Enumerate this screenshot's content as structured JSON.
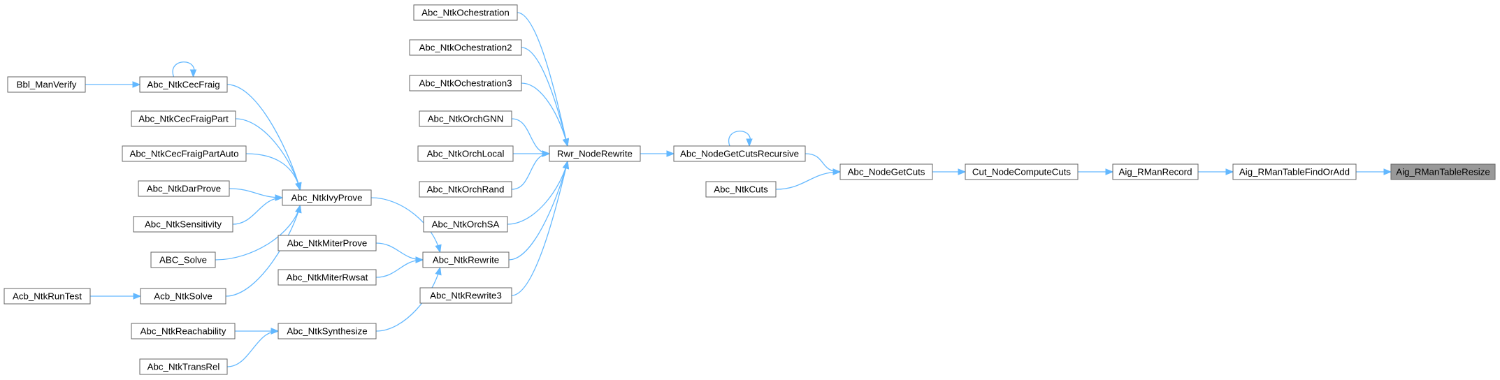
{
  "graph": {
    "type": "call-graph",
    "direction": "left-to-right",
    "colors": {
      "edge": "#63b8ff",
      "node_border": "#666666",
      "current_fill": "#999999"
    },
    "nodes": {
      "bbl_manverify": "Bbl_ManVerify",
      "acb_ntkruntest": "Acb_NtkRunTest",
      "abc_ntkcecfraig": "Abc_NtkCecFraig",
      "abc_ntkcecfraigpart": "Abc_NtkCecFraigPart",
      "abc_ntkcecfraigpartauto": "Abc_NtkCecFraigPartAuto",
      "abc_ntkdarprove": "Abc_NtkDarProve",
      "abc_ntksensitivity": "Abc_NtkSensitivity",
      "abc_solve": "ABC_Solve",
      "acb_ntksolve": "Acb_NtkSolve",
      "abc_ntkreachability": "Abc_NtkReachability",
      "abc_ntktransrel": "Abc_NtkTransRel",
      "abc_ntkivyprove": "Abc_NtkIvyProve",
      "abc_ntkmiterprove": "Abc_NtkMiterProve",
      "abc_ntkmiterrwsat": "Abc_NtkMiterRwsat",
      "abc_ntksynthesize": "Abc_NtkSynthesize",
      "abc_ntkochestration": "Abc_NtkOchestration",
      "abc_ntkochestration2": "Abc_NtkOchestration2",
      "abc_ntkochestration3": "Abc_NtkOchestration3",
      "abc_ntkorchgnn": "Abc_NtkOrchGNN",
      "abc_ntkorchlocal": "Abc_NtkOrchLocal",
      "abc_ntkorchrand": "Abc_NtkOrchRand",
      "abc_ntkorchsa": "Abc_NtkOrchSA",
      "abc_ntkrewrite": "Abc_NtkRewrite",
      "abc_ntkrewrite3": "Abc_NtkRewrite3",
      "rwr_noderewrite": "Rwr_NodeRewrite",
      "abc_nodegetcutsrecursive": "Abc_NodeGetCutsRecursive",
      "abc_ntkcuts": "Abc_NtkCuts",
      "abc_nodegetcuts": "Abc_NodeGetCuts",
      "cut_nodecomputecuts": "Cut_NodeComputeCuts",
      "aig_rmanrecord": "Aig_RManRecord",
      "aig_rmantablefindoradd": "Aig_RManTableFindOrAdd",
      "aig_rmantableresize": "Aig_RManTableResize"
    },
    "edges": [
      {
        "from": "bbl_manverify",
        "to": "abc_ntkcecfraig"
      },
      {
        "from": "abc_ntkcecfraig",
        "to": "abc_ntkcecfraig"
      },
      {
        "from": "abc_ntkcecfraig",
        "to": "abc_ntkivyprove"
      },
      {
        "from": "abc_ntkcecfraigpart",
        "to": "abc_ntkivyprove"
      },
      {
        "from": "abc_ntkcecfraigpartauto",
        "to": "abc_ntkivyprove"
      },
      {
        "from": "abc_ntkdarprove",
        "to": "abc_ntkivyprove"
      },
      {
        "from": "abc_ntksensitivity",
        "to": "abc_ntkivyprove"
      },
      {
        "from": "abc_solve",
        "to": "abc_ntkivyprove"
      },
      {
        "from": "acb_ntksolve",
        "to": "abc_ntkivyprove"
      },
      {
        "from": "acb_ntkruntest",
        "to": "acb_ntksolve"
      },
      {
        "from": "abc_ntkreachability",
        "to": "abc_ntksynthesize"
      },
      {
        "from": "abc_ntktransrel",
        "to": "abc_ntksynthesize"
      },
      {
        "from": "abc_ntkivyprove",
        "to": "abc_ntkrewrite"
      },
      {
        "from": "abc_ntkmiterprove",
        "to": "abc_ntkrewrite"
      },
      {
        "from": "abc_ntkmiterrwsat",
        "to": "abc_ntkrewrite"
      },
      {
        "from": "abc_ntksynthesize",
        "to": "abc_ntkrewrite"
      },
      {
        "from": "abc_ntkochestration",
        "to": "rwr_noderewrite"
      },
      {
        "from": "abc_ntkochestration2",
        "to": "rwr_noderewrite"
      },
      {
        "from": "abc_ntkochestration3",
        "to": "rwr_noderewrite"
      },
      {
        "from": "abc_ntkorchgnn",
        "to": "rwr_noderewrite"
      },
      {
        "from": "abc_ntkorchlocal",
        "to": "rwr_noderewrite"
      },
      {
        "from": "abc_ntkorchrand",
        "to": "rwr_noderewrite"
      },
      {
        "from": "abc_ntkorchsa",
        "to": "rwr_noderewrite"
      },
      {
        "from": "abc_ntkrewrite",
        "to": "rwr_noderewrite"
      },
      {
        "from": "abc_ntkrewrite3",
        "to": "rwr_noderewrite"
      },
      {
        "from": "rwr_noderewrite",
        "to": "abc_nodegetcutsrecursive"
      },
      {
        "from": "abc_nodegetcutsrecursive",
        "to": "abc_nodegetcutsrecursive"
      },
      {
        "from": "abc_nodegetcutsrecursive",
        "to": "abc_nodegetcuts"
      },
      {
        "from": "abc_ntkcuts",
        "to": "abc_nodegetcuts"
      },
      {
        "from": "abc_nodegetcuts",
        "to": "cut_nodecomputecuts"
      },
      {
        "from": "cut_nodecomputecuts",
        "to": "aig_rmanrecord"
      },
      {
        "from": "aig_rmanrecord",
        "to": "aig_rmantablefindoradd"
      },
      {
        "from": "aig_rmantablefindoradd",
        "to": "aig_rmantableresize"
      }
    ]
  }
}
